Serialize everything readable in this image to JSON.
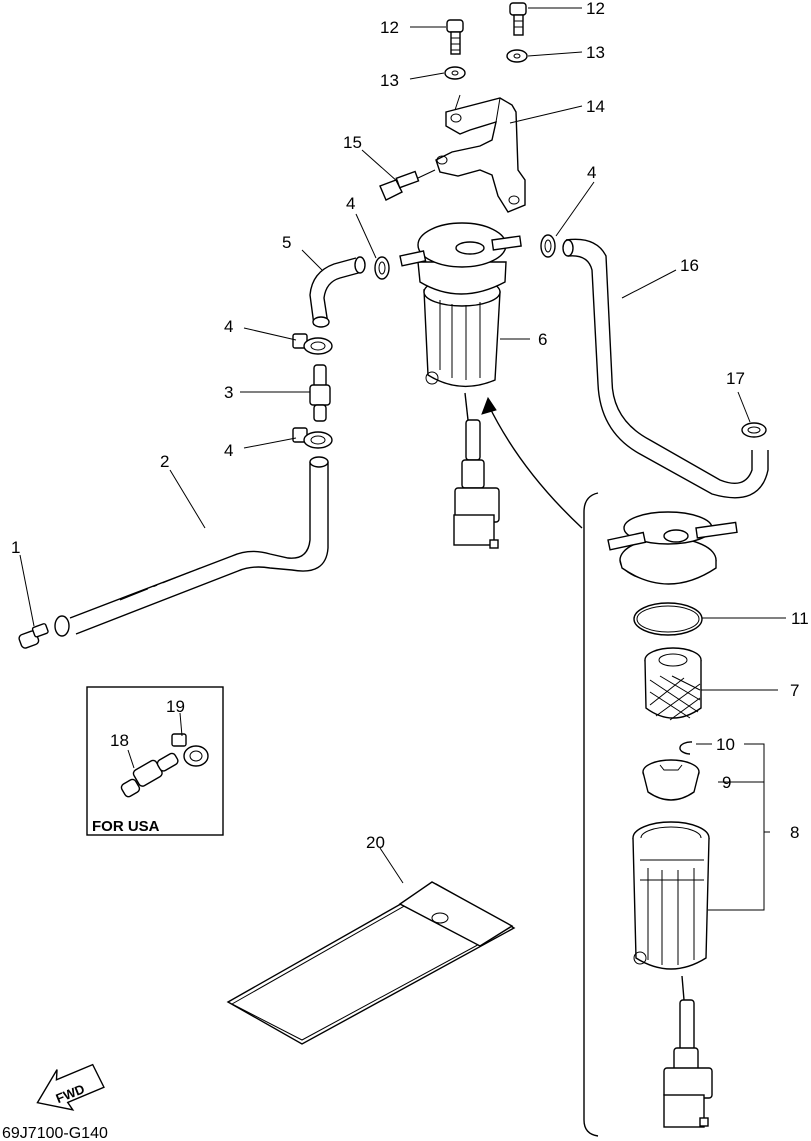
{
  "callouts": {
    "c1": "1",
    "c2": "2",
    "c3": "3",
    "c4a": "4",
    "c4b": "4",
    "c4c": "4",
    "c4d": "4",
    "c5": "5",
    "c6": "6",
    "c7": "7",
    "c8": "8",
    "c9": "9",
    "c10": "10",
    "c11": "11",
    "c12a": "12",
    "c12b": "12",
    "c13a": "13",
    "c13b": "13",
    "c14": "14",
    "c15": "15",
    "c16": "16",
    "c17": "17",
    "c18": "18",
    "c19": "19",
    "c20": "20"
  },
  "inset_label": "FOR USA",
  "fwd_label": "FWD",
  "diagram_code": "69J7100-G140"
}
